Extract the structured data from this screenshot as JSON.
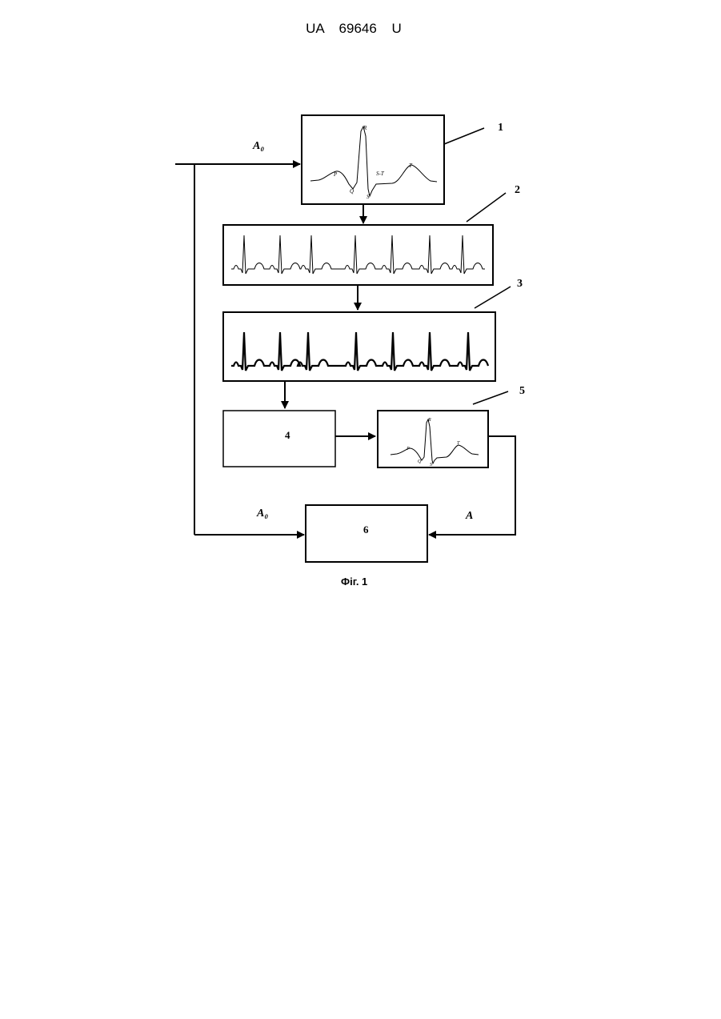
{
  "header": {
    "doc_number": "UA 69646 U"
  },
  "figure": {
    "caption": "Фіг. 1",
    "signals": {
      "input": "A₀",
      "input_to_6": "A₀",
      "output": "A"
    },
    "blocks": [
      {
        "number": "1"
      },
      {
        "number": "2"
      },
      {
        "number": "3"
      },
      {
        "number": "4"
      },
      {
        "number": "5"
      },
      {
        "number": "6"
      }
    ],
    "waveform_labels": {
      "block1": {
        "r": "R",
        "p": "P",
        "q": "Q",
        "s": "S",
        "st": "S-T",
        "t": "T"
      },
      "block5": {
        "r": "R",
        "p": "P",
        "q": "Q",
        "s": "S",
        "t": "T"
      }
    }
  },
  "colors": {
    "ink": "#000000",
    "paper": "#ffffff"
  }
}
